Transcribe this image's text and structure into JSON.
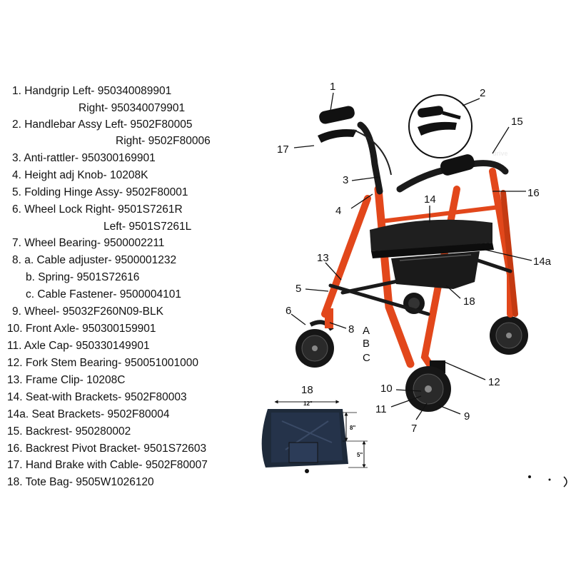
{
  "parts_list": [
    {
      "id": "p1",
      "text": "1. Handgrip Left- 950340089901"
    },
    {
      "id": "p1b",
      "text": "Right- 950340079901"
    },
    {
      "id": "p2",
      "text": "2. Handlebar Assy Left- 9502F80005"
    },
    {
      "id": "p2b",
      "text": "Right- 9502F80006"
    },
    {
      "id": "p3",
      "text": "3. Anti-rattler- 950300169901"
    },
    {
      "id": "p4",
      "text": "4. Height adj Knob- 10208K"
    },
    {
      "id": "p5",
      "text": "5. Folding Hinge Assy- 9502F80001"
    },
    {
      "id": "p6",
      "text": "6. Wheel Lock Right- 9501S7261R"
    },
    {
      "id": "p6b",
      "text": "Left- 9501S7261L"
    },
    {
      "id": "p7",
      "text": "7. Wheel Bearing- 9500002211"
    },
    {
      "id": "p8a",
      "text": "8. a. Cable adjuster- 9500001232"
    },
    {
      "id": "p8b",
      "text": "b. Spring- 9501S72616"
    },
    {
      "id": "p8c",
      "text": "c. Cable Fastener- 9500004101"
    },
    {
      "id": "p9",
      "text": "9. Wheel- 95032F260N09-BLK"
    },
    {
      "id": "p10",
      "text": "10. Front Axle- 950300159901"
    },
    {
      "id": "p11",
      "text": "11. Axle Cap- 950330149901"
    },
    {
      "id": "p12",
      "text": "12. Fork Stem Bearing- 950051001000"
    },
    {
      "id": "p13",
      "text": "13. Frame Clip- 10208C"
    },
    {
      "id": "p14",
      "text": "14. Seat-with Brackets- 9502F80003"
    },
    {
      "id": "p14a",
      "text": "14a. Seat Brackets- 9502F80004"
    },
    {
      "id": "p15",
      "text": "15. Backrest- 950280002"
    },
    {
      "id": "p16",
      "text": "16. Backrest Pivot Bracket- 9501S72603"
    },
    {
      "id": "p17",
      "text": "17. Hand Brake with Cable- 9502F80007"
    },
    {
      "id": "p18",
      "text": "18. Tote Bag- 9505W1026120"
    }
  ],
  "callouts": {
    "c1": "1",
    "c2": "2",
    "c3": "3",
    "c4": "4",
    "c5": "5",
    "c6": "6",
    "c7": "7",
    "c8": "8",
    "c9": "9",
    "c10": "10",
    "c11": "11",
    "c12": "12",
    "c13": "13",
    "c14": "14",
    "c14a": "14a",
    "c15": "15",
    "c16": "16",
    "c17": "17",
    "c18a": "18",
    "c18b": "18",
    "cA": "A",
    "cB": "B",
    "cC": "C"
  },
  "bag_dims": {
    "width": "12\"",
    "height_top": "8\"",
    "height_side": "5\""
  },
  "frame_brand": "drive",
  "colors": {
    "frame": "#e2471b",
    "frame_dark": "#a82e0e",
    "black": "#1a1a1a",
    "seat": "#222222"
  }
}
